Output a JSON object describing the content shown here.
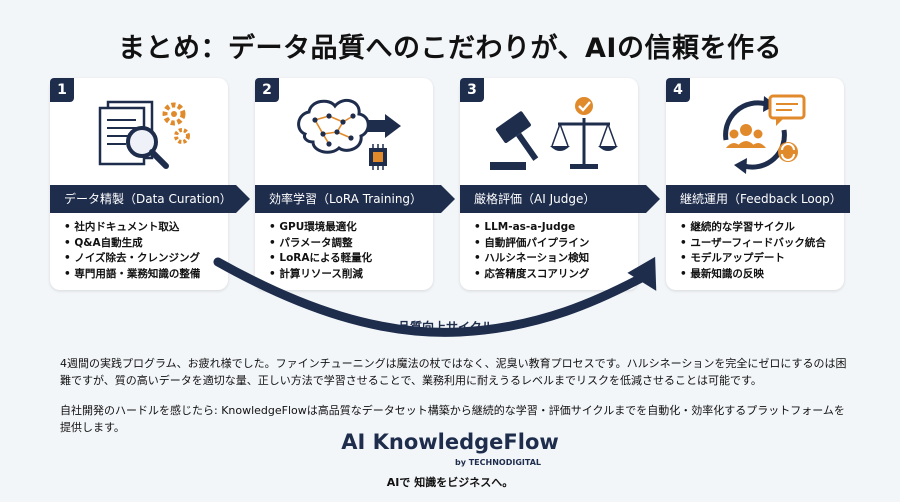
{
  "title": "まとめ：データ品質へのこだわりが、AIの信頼を作る",
  "steps": [
    {
      "number": "1",
      "band": "データ精製（Data Curation）",
      "bullets": [
        "社内ドキュメント取込",
        "Q&A自動生成",
        "ノイズ除去・クレンジング",
        "専門用語・業務知識の整備"
      ]
    },
    {
      "number": "2",
      "band": "効率学習（LoRA Training）",
      "bullets": [
        "GPU環境最適化",
        "パラメータ調整",
        "LoRAによる軽量化",
        "計算リソース削減"
      ]
    },
    {
      "number": "3",
      "band": "厳格評価（AI Judge）",
      "bullets": [
        "LLM-as-a-Judge",
        "自動評価パイプライン",
        "ハルシネーション検知",
        "応答精度スコアリング"
      ]
    },
    {
      "number": "4",
      "band": "継続運用（Feedback Loop）",
      "bullets": [
        "継続的な学習サイクル",
        "ユーザーフィードバック統合",
        "モデルアップデート",
        "最新知識の反映"
      ]
    }
  ],
  "cycle_label": "品質向上サイクル",
  "paragraph1": "4週間の実践プログラム、お疲れ様でした。ファインチューニングは魔法の杖ではなく、泥臭い教育プロセスです。ハルシネーションを完全にゼロにするのは困難ですが、質の高いデータを適切な量、正しい方法で学習させることで、業務利用に耐えうるレベルまでリスクを低減させることは可能です。",
  "paragraph2": "自社開発のハードルを感じたら: KnowledgeFlowは高品質なデータセット構築から継続的な学習・評価サイクルまでを自動化・効率化するプラットフォームを提供します。",
  "brand": "AI KnowledgeFlow",
  "brand_by": "by TECHNODIGITAL",
  "tagline": "AIで 知識をビジネスへ。",
  "colors": {
    "navy": "#1f2d4d",
    "accent_orange": "#e08a2c",
    "background": "#f3f6f9"
  }
}
